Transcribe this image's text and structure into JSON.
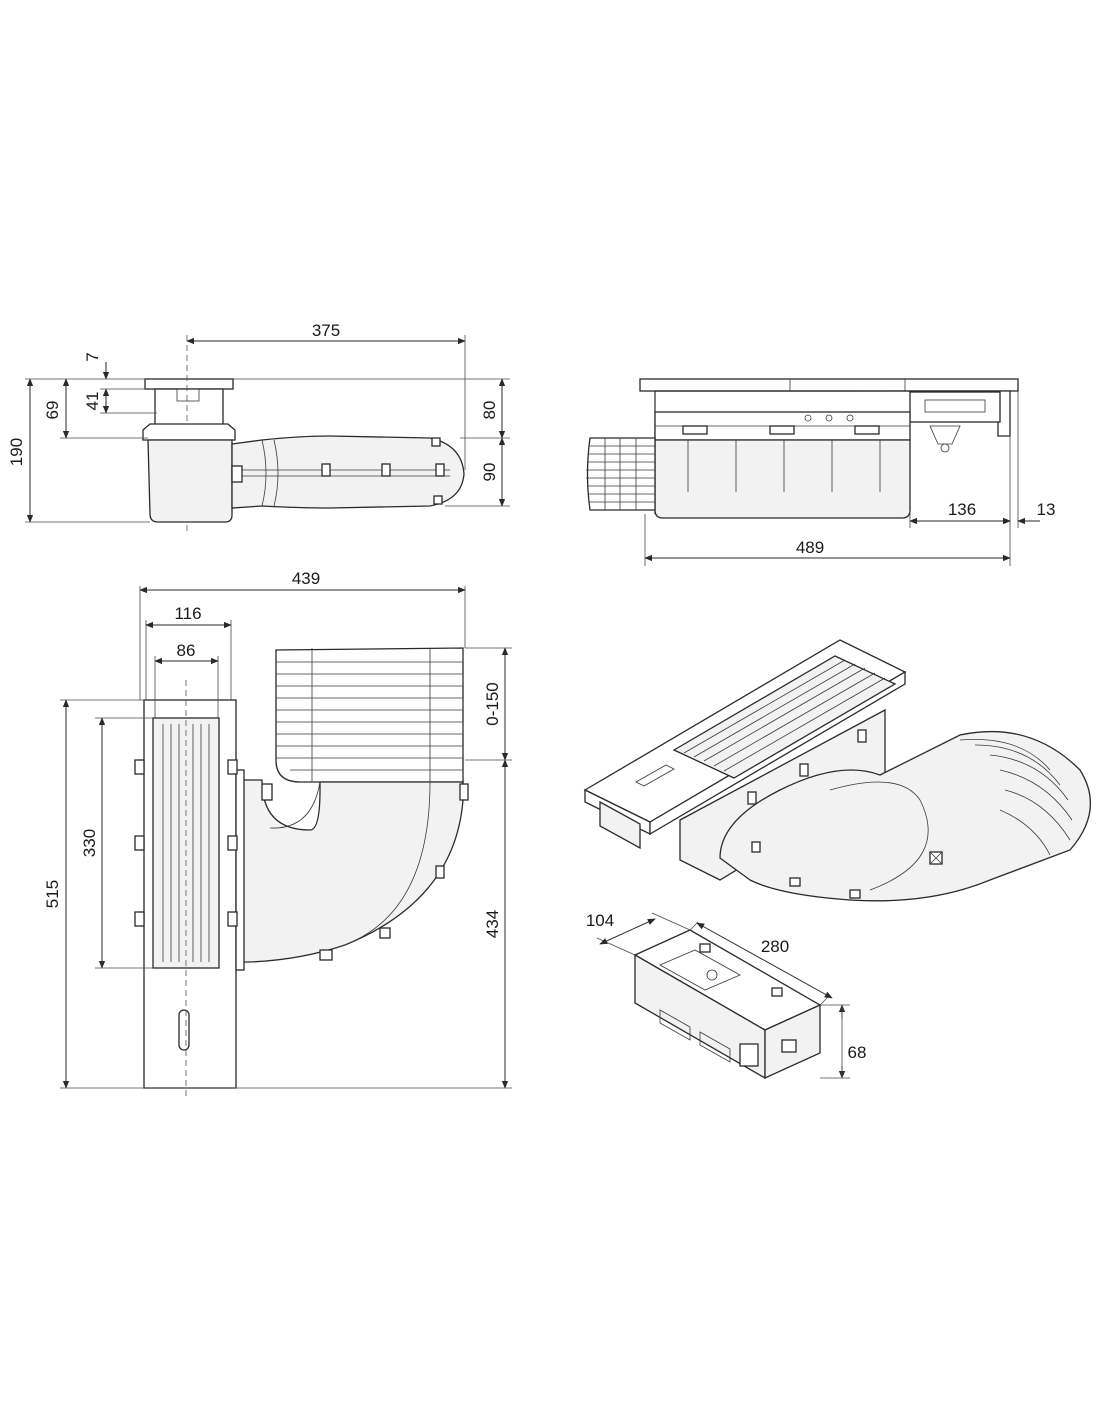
{
  "views": {
    "side_view": {
      "dims": {
        "overall_length": "375",
        "top_offset": "7",
        "recess": "41",
        "depth_upper": "69",
        "overall_height": "190",
        "upper_height": "80",
        "lower_height": "90"
      }
    },
    "front_view": {
      "dims": {
        "width": "489",
        "offset_right": "136",
        "edge": "13"
      }
    },
    "plan_view": {
      "dims": {
        "overall_width": "439",
        "body_width": "116",
        "grille_width": "86",
        "duct_adjust": "0-150",
        "overall_length": "515",
        "grille_length": "330",
        "duct_length": "434"
      }
    },
    "module_iso": {
      "dims": {
        "width": "104",
        "length": "280",
        "height": "68"
      }
    }
  },
  "colors": {
    "line": "#2a2a2a",
    "fill": "#f2f2f2",
    "background": "#ffffff"
  }
}
